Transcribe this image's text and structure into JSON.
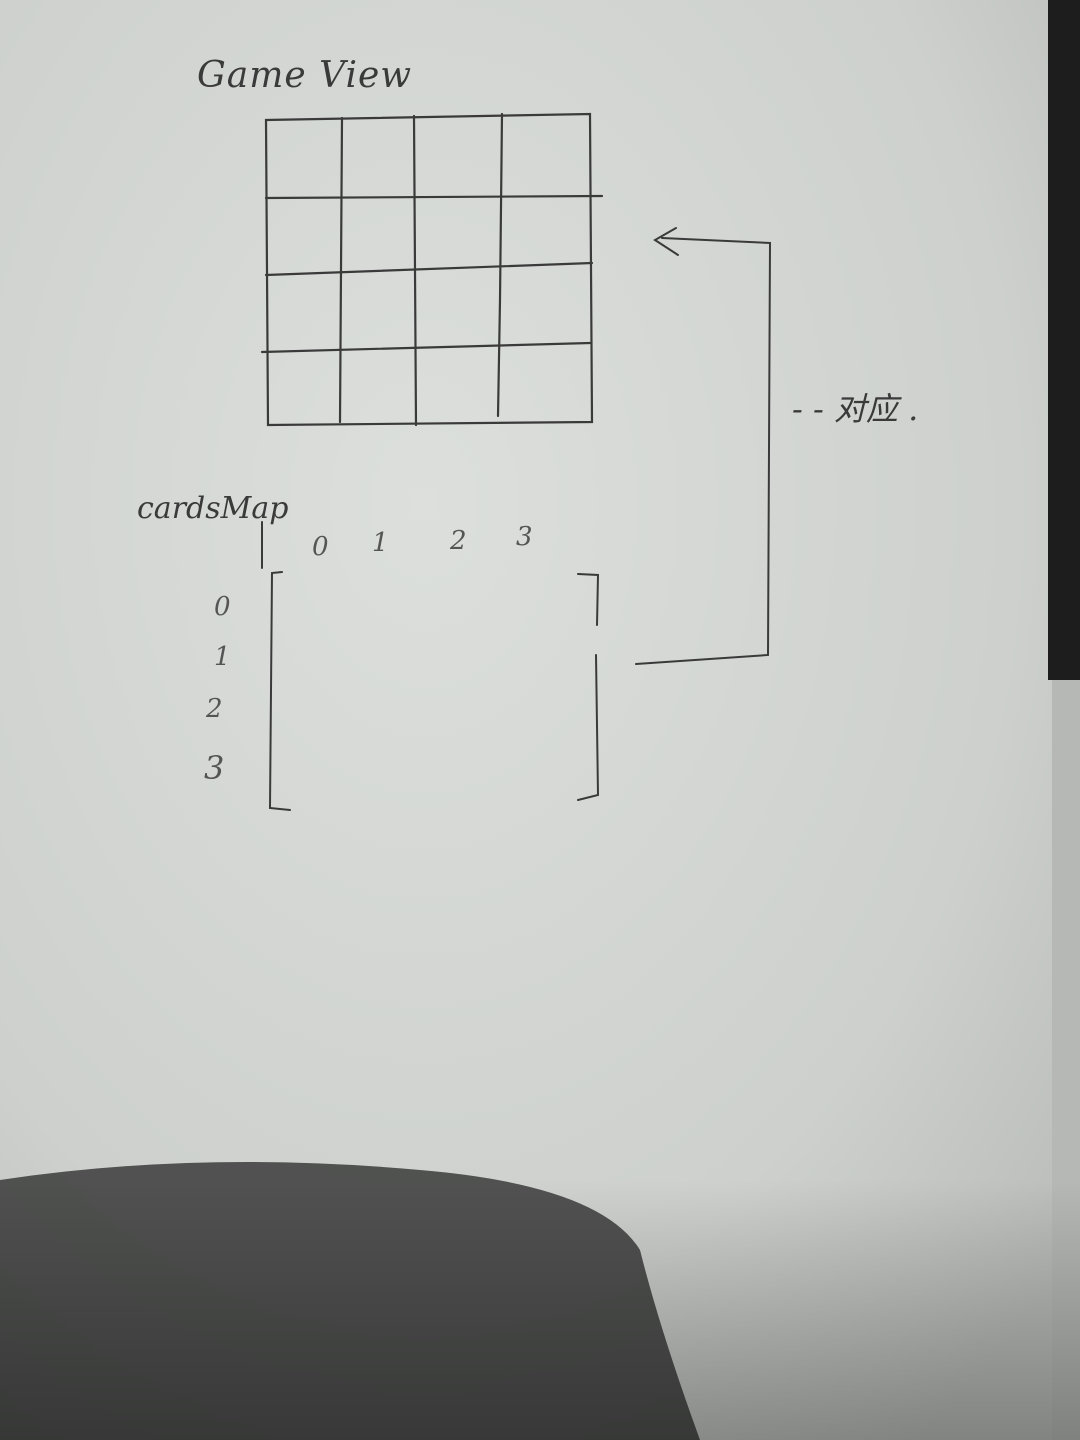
{
  "game_view": {
    "title": "Game View",
    "rows": 4,
    "cols": 4
  },
  "cards_map": {
    "title": "cardsMap",
    "column_indices": [
      "0",
      "1",
      "2",
      "3"
    ],
    "row_indices": [
      "0",
      "1",
      "2",
      "3"
    ]
  },
  "arrow": {
    "label": "- - 对应 ."
  },
  "colors": {
    "paper": "#d3d6d3",
    "ink": "#3a3a3a"
  }
}
